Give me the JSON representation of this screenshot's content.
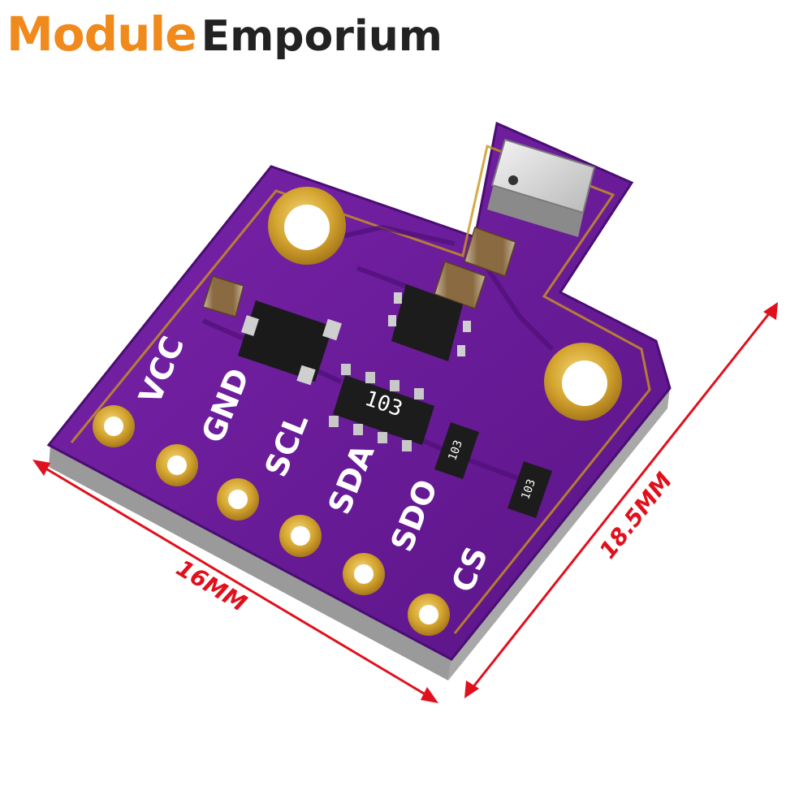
{
  "brand": {
    "part1": "Module",
    "part2": "Emporium",
    "part1_color": "#f08a1c",
    "part2_color": "#222222"
  },
  "board": {
    "pcb_color": "#6a1a9a",
    "pin_labels": [
      "VCC",
      "GND",
      "SCL",
      "SDA",
      "SDO",
      "CS"
    ],
    "resistor_array_marking": "103",
    "resistor_marking_1": "103",
    "resistor_marking_2": "103"
  },
  "dimensions": {
    "width_label": "16MM",
    "height_label": "18.5MM",
    "arrow_color": "#e0101c"
  }
}
